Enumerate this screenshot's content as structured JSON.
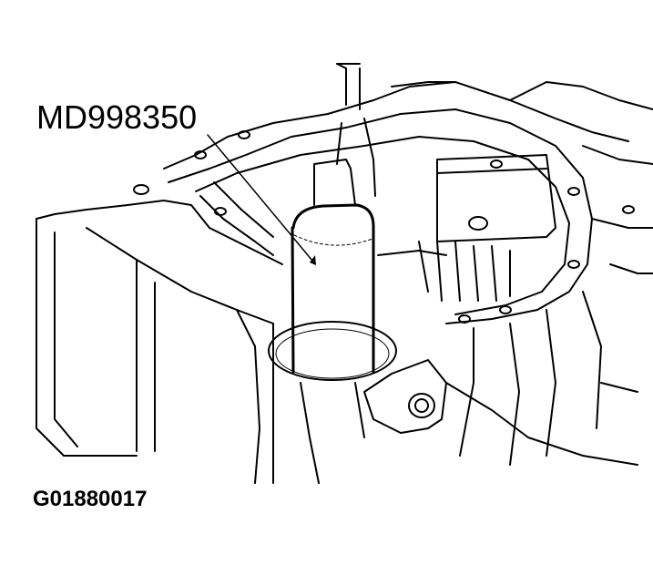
{
  "diagram": {
    "callout_label": "MD998350",
    "figure_id": "G01880017",
    "subject": "special-tool-installed-in-transmission-case",
    "colors": {
      "line": "#000000",
      "background": "#ffffff"
    }
  }
}
